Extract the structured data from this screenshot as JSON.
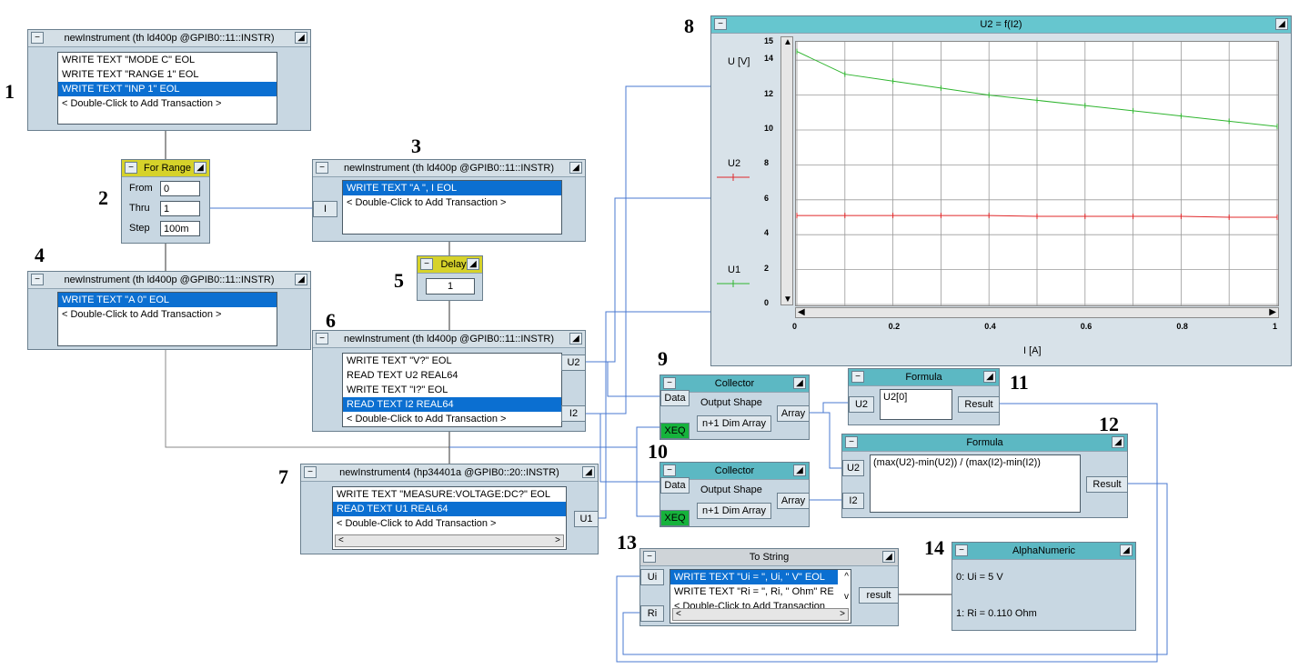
{
  "callouts": [
    "1",
    "2",
    "3",
    "4",
    "5",
    "6",
    "7",
    "8",
    "9",
    "10",
    "11",
    "12",
    "13",
    "14"
  ],
  "obj1": {
    "title": "newInstrument (th ld400p @GPIB0::11::INSTR)",
    "rows": [
      "WRITE TEXT \"MODE C\" EOL",
      "WRITE TEXT \"RANGE 1\" EOL",
      "WRITE TEXT \"INP 1\" EOL",
      "< Double-Click to Add Transaction >"
    ],
    "selected_row": 2
  },
  "obj2": {
    "title": "For Range",
    "from_label": "From",
    "from_value": "0",
    "thru_label": "Thru",
    "thru_value": "1",
    "step_label": "Step",
    "step_value": "100m"
  },
  "obj3": {
    "title": "newInstrument (th ld400p @GPIB0::11::INSTR)",
    "input_pin": "I",
    "rows": [
      "WRITE TEXT \"A \", I EOL",
      "< Double-Click to Add Transaction >"
    ],
    "selected_row": 0
  },
  "obj4": {
    "title": "newInstrument (th ld400p @GPIB0::11::INSTR)",
    "rows": [
      "WRITE TEXT \"A 0\" EOL",
      "< Double-Click to Add Transaction >"
    ],
    "selected_row": 0
  },
  "obj5": {
    "title": "Delay",
    "value": "1"
  },
  "obj6": {
    "title": "newInstrument (th ld400p @GPIB0::11::INSTR)",
    "rows": [
      "WRITE TEXT \"V?\" EOL",
      "READ TEXT U2 REAL64",
      "WRITE TEXT \"I?\" EOL",
      "READ TEXT I2 REAL64",
      "< Double-Click to Add Transaction >"
    ],
    "selected_row": 3,
    "out_pins": [
      "U2",
      "I2"
    ]
  },
  "obj7": {
    "title": "newInstrument4 (hp34401a @GPIB0::20::INSTR)",
    "rows": [
      "WRITE TEXT \"MEASURE:VOLTAGE:DC?\" EOL",
      "READ TEXT U1 REAL64",
      "< Double-Click to Add Transaction >"
    ],
    "selected_row": 1,
    "out_pin": "U1"
  },
  "obj8": {
    "title": "U2 = f(I2)",
    "ylabel": "U [V]",
    "xlabel": "I [A]",
    "legend": [
      "U2",
      "U1"
    ],
    "legend_colors": [
      "#e0282a",
      "#2fb52f"
    ]
  },
  "chart_data": {
    "type": "line",
    "title": "U2 = f(I2)",
    "xlabel": "I [A]",
    "ylabel": "U [V]",
    "xlim": [
      0,
      1
    ],
    "ylim": [
      0,
      15
    ],
    "x_ticks": [
      "0",
      "0.2",
      "0.4",
      "0.6",
      "0.8",
      "1"
    ],
    "y_ticks": [
      "0",
      "2",
      "4",
      "6",
      "8",
      "10",
      "12",
      "14",
      "15"
    ],
    "grid": true,
    "series": [
      {
        "name": "U2",
        "color": "#e0282a",
        "x": [
          0,
          0.1,
          0.2,
          0.3,
          0.4,
          0.5,
          0.6,
          0.7,
          0.8,
          0.9,
          1.0
        ],
        "y": [
          5.1,
          5.1,
          5.1,
          5.1,
          5.1,
          5.05,
          5.05,
          5.05,
          5.05,
          5.0,
          5.0
        ]
      },
      {
        "name": "U1",
        "color": "#2fb52f",
        "x": [
          0,
          0.1,
          0.2,
          0.3,
          0.4,
          0.5,
          0.6,
          0.7,
          0.8,
          0.9,
          1.0
        ],
        "y": [
          14.5,
          13.2,
          12.8,
          12.4,
          12.0,
          11.7,
          11.4,
          11.1,
          10.8,
          10.5,
          10.2
        ]
      }
    ]
  },
  "obj9": {
    "title": "Collector",
    "data_pin": "Data",
    "xeq_pin": "XEQ",
    "shape_label": "Output Shape",
    "shape_value": "n+1 Dim Array",
    "out_pin": "Array"
  },
  "obj10": {
    "title": "Collector",
    "data_pin": "Data",
    "xeq_pin": "XEQ",
    "shape_label": "Output Shape",
    "shape_value": "n+1 Dim Array",
    "out_pin": "Array"
  },
  "obj11": {
    "title": "Formula",
    "in_pin": "U2",
    "expr": "U2[0]",
    "out_pin": "Result"
  },
  "obj12": {
    "title": "Formula",
    "in_pins": [
      "U2",
      "I2"
    ],
    "expr": "(max(U2)-min(U2)) / (max(I2)-min(I2))",
    "out_pin": "Result"
  },
  "obj13": {
    "title": "To String",
    "in_pins": [
      "Ui",
      "Ri"
    ],
    "rows": [
      "WRITE TEXT \"Ui = \", Ui, \" V\" EOL",
      "WRITE TEXT \"Ri = \", Ri, \" Ohm\" RE",
      "< Double-Click to Add Transaction"
    ],
    "selected_row": 0,
    "out_pin": "result"
  },
  "obj14": {
    "title": "AlphaNumeric",
    "lines": [
      "0: Ui = 5 V",
      "1: Ri = 0.110 Ohm"
    ]
  }
}
